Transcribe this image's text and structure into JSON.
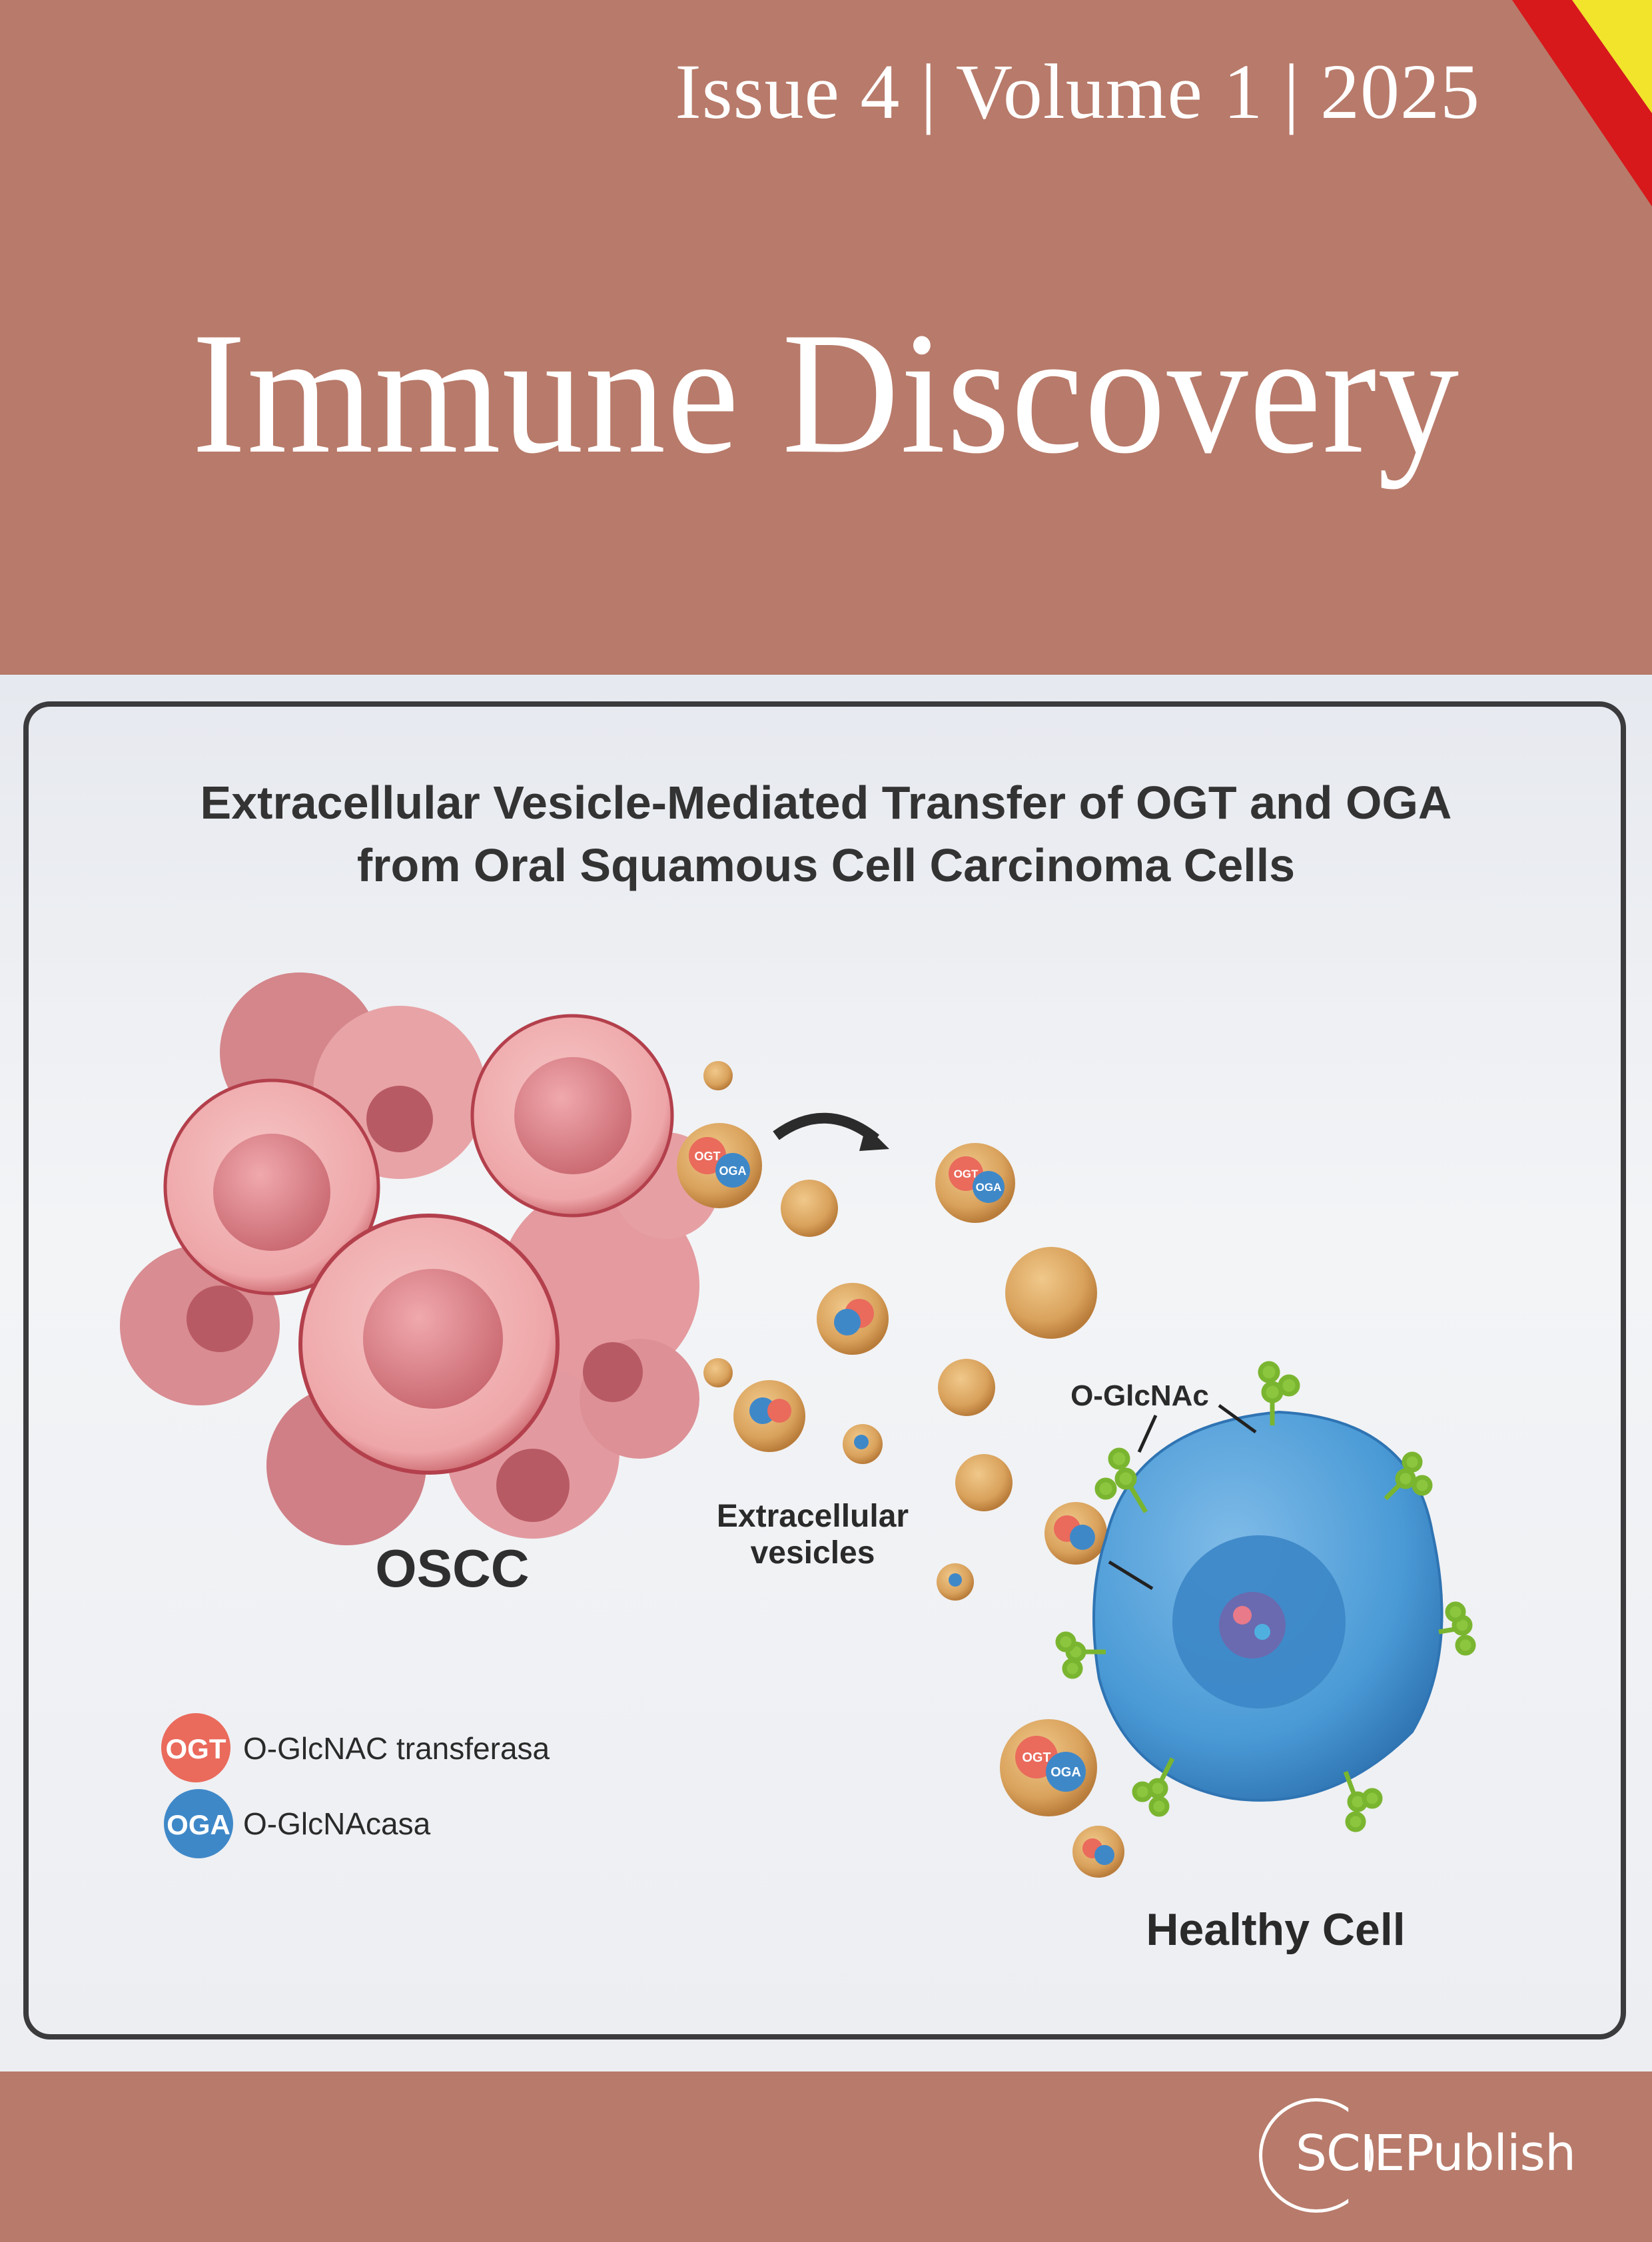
{
  "header": {
    "issue_line": "Issue 4 | Volume 1 | 2025",
    "journal_title": "Immune Discovery"
  },
  "colors": {
    "brand": "#b87a6a",
    "corner_red": "#d7191c",
    "corner_yellow": "#f2e42a",
    "ogt": "#ea6a5c",
    "oga": "#3f88c8",
    "healthy_cell": "#4a9ad6",
    "vesicle": "#d9a25c"
  },
  "figure": {
    "title_line1": "Extracellular Vesicle-Mediated Transfer of OGT and OGA",
    "title_line2": "from Oral Squamous Cell Carcinoma Cells",
    "oscc_label": "OSCC",
    "ev_label_line1": "Extracellular",
    "ev_label_line2": "vesicles",
    "glcnac_label": "O-GlcNAc",
    "healthy_label": "Healthy Cell",
    "vesicle_badge_ogt": "OGT",
    "vesicle_badge_oga": "OGA",
    "legend": [
      {
        "badge": "OGT",
        "label": "O-GlcNAC transferasa"
      },
      {
        "badge": "OGA",
        "label": "O-GlcNAcasa"
      }
    ]
  },
  "footer": {
    "publisher": "SCIEPublish"
  }
}
